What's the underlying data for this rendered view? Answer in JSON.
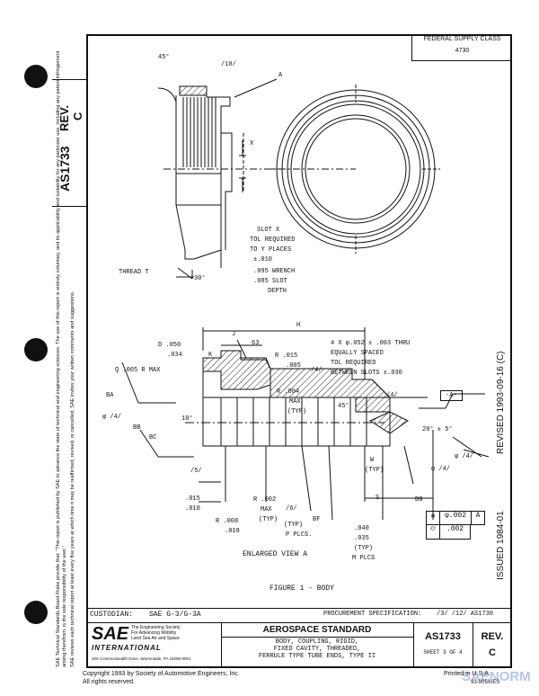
{
  "header": {
    "federal_supply_class_label": "FEDERAL SUPPLY CLASS",
    "federal_supply_class_value": "4730"
  },
  "side": {
    "doc_number": "AS1733",
    "rev_label": "REV.",
    "rev_value": "C",
    "notice_1": "SAE Technical Standards Board Rules provide that: \"This report is published by SAE to advance the state of technical and engineering sciences. The use of this report is entirely voluntary, and its applicability and suitability for any particular use, including any patent infringement arising therefrom, is the sole responsibility of the user.\"",
    "notice_2": "SAE reviews each technical report at least every five years at which time it may be reaffirmed, revised, or cancelled. SAE invites your written comments and suggestions.",
    "revised": "REVISED 1993-09-16 (C)",
    "issued": "ISSUED 1984-01"
  },
  "drawing": {
    "top_labels": {
      "angle45": "45°",
      "surface10": "/10/",
      "a": "A",
      "x": "X",
      "slot_note": [
        "SLOT X",
        "TOL REQUIRED",
        "TO Y PLACES",
        "±.010"
      ],
      "thread": "THREAD T",
      "angle30": "30°",
      "wrench": [
        ".095 WRENCH",
        ".085 SLOT",
        "DEPTH"
      ]
    },
    "view_a_labels": {
      "h": "H",
      "j": "J",
      "d050": "D .050",
      "d034": ".034",
      "k": "K",
      "r005": "Q .005 R MAX",
      "ba": "BA",
      "phi4a": "φ /4/",
      "bb": "BB",
      "bc": "BC",
      "f5": "/5/",
      "d015": ".015",
      "d010": ".010",
      "r008": "R .008",
      "d018": ".018",
      "a10": "10°",
      "g63": "63",
      "r015": "R .015",
      "d005": ".005",
      "f4a": "/4/",
      "r004": "R .004",
      "max": "MAX",
      "typ": "(TYP)",
      "holes": [
        "4 X φ.052 ± .003 THRU",
        "EQUALLY SPACED",
        "TOL REQUIRED",
        "BETWEEN SLOTS ±.030"
      ],
      "f4b": "/4/",
      "a45": "45°",
      "datum_a": "-A-",
      "a20": "20° ± 5°",
      "w": "W",
      "wtyp": "(TYP)",
      "phi4b": "φ /4/",
      "phi4c": "φ /4/",
      "r002": "R .002",
      "r002max": "MAX",
      "r002typ": "(TYP)",
      "f6": "/6/",
      "f6typ": "(TYP)",
      "pplcs": "P PLCS.",
      "bf": "BF",
      "s": "S",
      "d040": ".040",
      "d035": ".035",
      "typ2": "(TYP)",
      "mplcs": "M PLCS",
      "bg": "BG",
      "fcf1_sym": "⊚",
      "fcf1_val": "φ.002",
      "fcf1_ref": "A",
      "fcf2_sym": "⌭",
      "fcf2_val": ".002",
      "enlarged": "ENLARGED VIEW A"
    },
    "figure_caption": "FIGURE 1 - BODY"
  },
  "info": {
    "custodian_label": "CUSTODIAN:",
    "custodian_value": "SAE G-3/G-3A",
    "procurement_label": "PROCUREMENT SPECIFICATION:",
    "procurement_value": "/3/ /12/ AS1730"
  },
  "title_block": {
    "sae_logo": "SAE",
    "sae_tagline": [
      "The Engineering Society",
      "For Advancing Mobility",
      "Land Sea Air and Space"
    ],
    "international": "INTERNATIONAL",
    "address": "400 Commonwealth Drive, Warrendale, PA 15096-0001",
    "standard": "AEROSPACE STANDARD",
    "title_lines": [
      "BODY, COUPLING, RIGID,",
      "FIXED CAVITY, THREADED,",
      "FERRULE TYPE TUBE ENDS, TYPE II"
    ],
    "doc_number": "AS1733",
    "sheet": "SHEET 3 OF 4",
    "rev_label": "REV.",
    "rev_value": "C"
  },
  "footer": {
    "copyright": "Copyright 1993  by Society of Automotive Engineers, Inc.",
    "rights": "All rights reserved.",
    "printed": "Printed in U.S.A.",
    "docref": "93-905A/ES",
    "watermark": "SAENORM"
  }
}
